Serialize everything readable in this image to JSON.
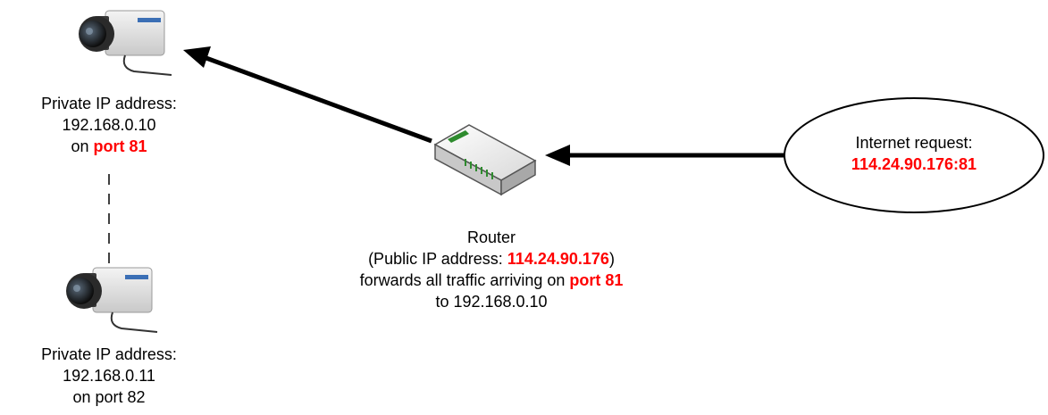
{
  "camera1": {
    "line1": "Private IP address:",
    "line2": "192.168.0.10",
    "line3_prefix": "on ",
    "line3_port": "port 81"
  },
  "camera2": {
    "line1": "Private IP address:",
    "line2": "192.168.0.11",
    "line3": "on port 82"
  },
  "router": {
    "title": "Router",
    "line2_prefix": "(Public IP address: ",
    "line2_ip": "114.24.90.176",
    "line2_suffix": ")",
    "line3_prefix": "forwards all traffic arriving on ",
    "line3_port": "port 81",
    "line4": "to 192.168.0.10"
  },
  "internet": {
    "line1": "Internet request:",
    "line2": "114.24.90.176:81"
  },
  "colors": {
    "highlight": "#ff0000",
    "arrow": "#000000"
  }
}
